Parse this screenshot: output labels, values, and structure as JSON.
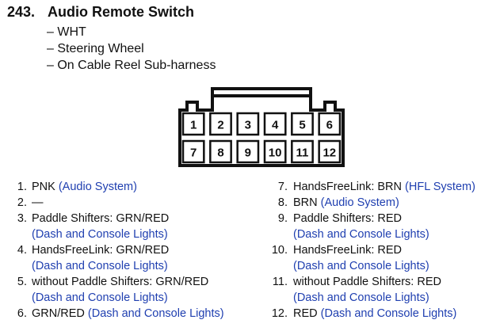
{
  "header": {
    "number": "243.",
    "title": "Audio Remote Switch",
    "details": [
      "– WHT",
      "– Steering Wheel",
      "– On Cable Reel Sub-harness"
    ]
  },
  "connector": {
    "top_row": [
      "1",
      "2",
      "3",
      "4",
      "5",
      "6"
    ],
    "bottom_row": [
      "7",
      "8",
      "9",
      "10",
      "11",
      "12"
    ]
  },
  "pins_left": [
    {
      "num": "1.",
      "text": "PNK ",
      "link": "(Audio System)",
      "link2": ""
    },
    {
      "num": "2.",
      "text": "—",
      "link": "",
      "link2": ""
    },
    {
      "num": "3.",
      "text": "Paddle Shifters: GRN/RED",
      "link": "",
      "link2": "(Dash and Console Lights)"
    },
    {
      "num": "4.",
      "text": "HandsFreeLink: GRN/RED",
      "link": "",
      "link2": "(Dash and Console Lights)"
    },
    {
      "num": "5.",
      "text": "without Paddle Shifters: GRN/RED",
      "link": "",
      "link2": "(Dash and Console Lights)"
    },
    {
      "num": "6.",
      "text": "GRN/RED ",
      "link": "(Dash and Console Lights)",
      "link2": ""
    }
  ],
  "pins_right": [
    {
      "num": "7.",
      "text": "HandsFreeLink: BRN ",
      "link": "(HFL System)",
      "link2": ""
    },
    {
      "num": "8.",
      "text": "BRN ",
      "link": "(Audio System)",
      "link2": ""
    },
    {
      "num": "9.",
      "text": "Paddle Shifters: RED",
      "link": "",
      "link2": "(Dash and Console Lights)"
    },
    {
      "num": "10.",
      "text": "HandsFreeLink: RED",
      "link": "",
      "link2": "(Dash and Console Lights)"
    },
    {
      "num": "11.",
      "text": "without Paddle Shifters: RED",
      "link": "",
      "link2": "(Dash and Console Lights)"
    },
    {
      "num": "12.",
      "text": "RED ",
      "link": "(Dash and Console Lights)",
      "link2": ""
    }
  ]
}
